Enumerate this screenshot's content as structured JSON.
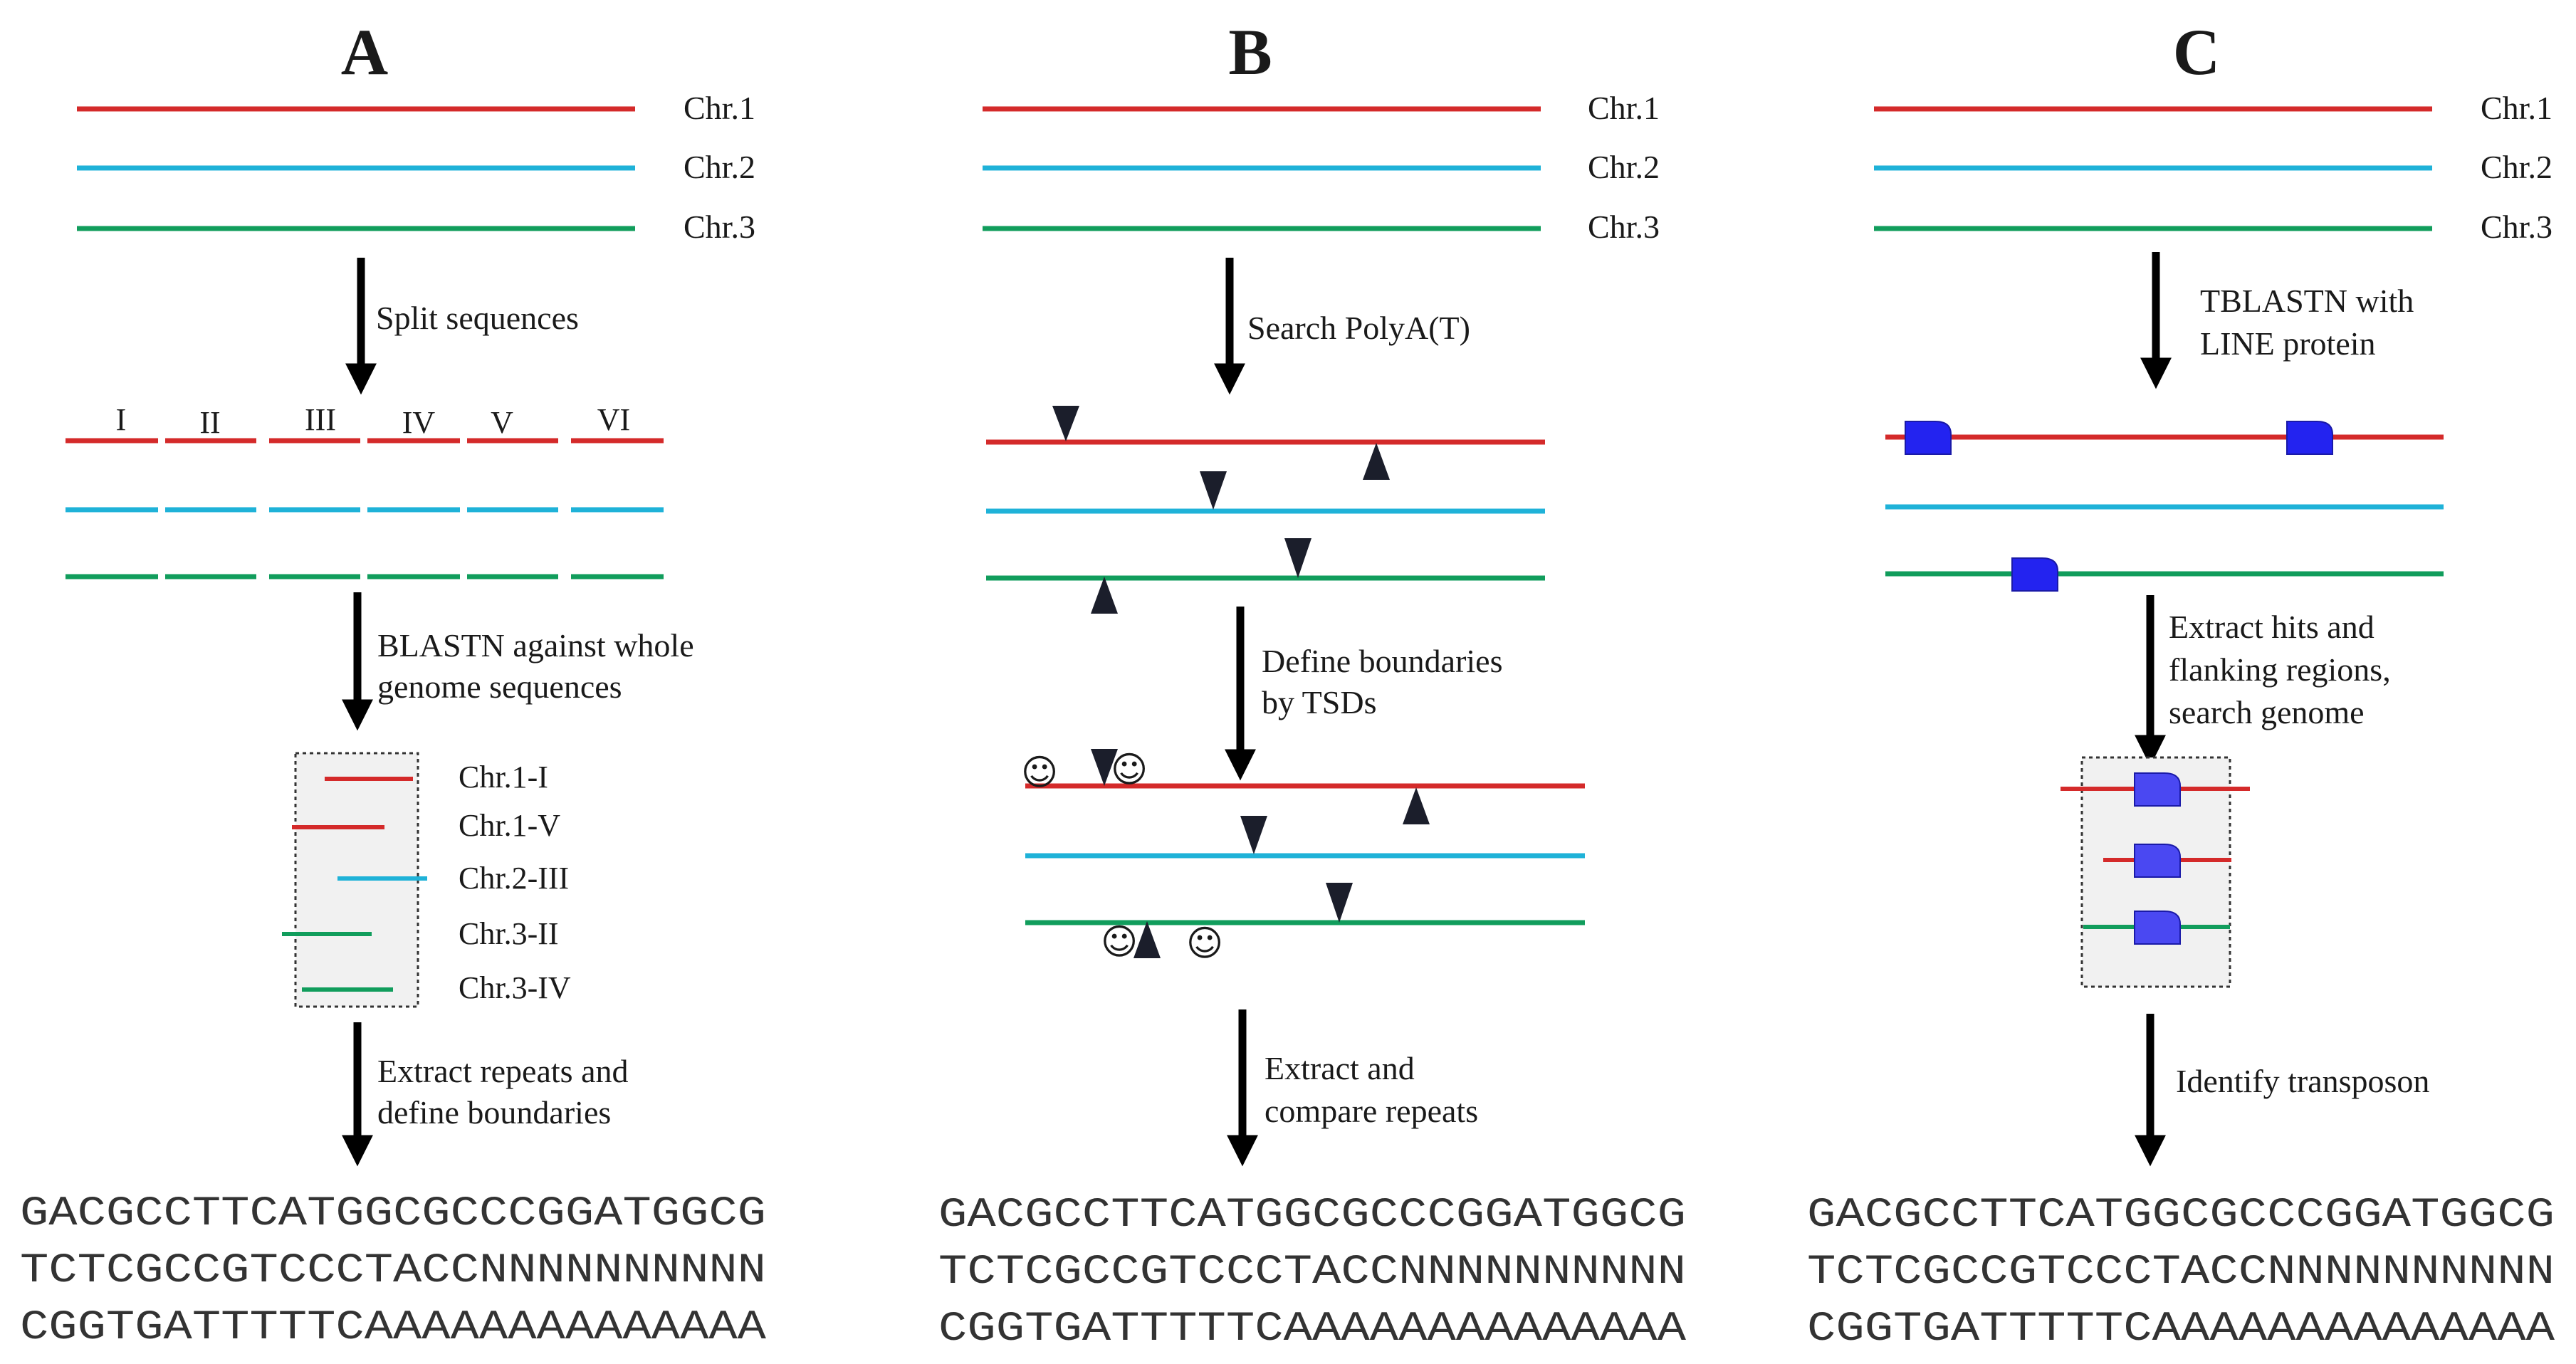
{
  "colors": {
    "chr1": "#d42a2a",
    "chr2": "#1fb2d8",
    "chr3": "#119d5c",
    "domain": "#2323f0",
    "marker": "#1b1e2b",
    "box_fill": "#f1f1f1"
  },
  "icons": {
    "arrow": "down-arrow-icon",
    "tsd": "smiley-icon",
    "polya_site": "triangle-marker-icon",
    "domain": "protein-domain-icon"
  },
  "chromosomes": [
    "Chr.1",
    "Chr.2",
    "Chr.3"
  ],
  "sequence_lines": [
    "GACGCCTTCATGGCGCCCGGATGGCG",
    "TCTCGCCGTCCCTACCNNNNNNNNNN",
    "CGGTGATTTTTCAAAAAAAAAAAAAA"
  ],
  "panels": {
    "a": {
      "title": "A",
      "step1": [
        "Split sequences"
      ],
      "segments": [
        "I",
        "II",
        "III",
        "IV",
        "V",
        "VI"
      ],
      "step2": [
        "BLASTN against whole",
        "genome sequences"
      ],
      "hits": [
        "Chr.1-I",
        "Chr.1-V",
        "Chr.2-III",
        "Chr.3-II",
        "Chr.3-IV"
      ],
      "step3": [
        "Extract repeats and",
        "define boundaries"
      ]
    },
    "b": {
      "title": "B",
      "step1": [
        "Search PolyA(T)"
      ],
      "step2": [
        "Define boundaries",
        "by TSDs"
      ],
      "step3": [
        "Extract and",
        "compare repeats"
      ],
      "tsd_symbol": "☺"
    },
    "c": {
      "title": "C",
      "step1": [
        "TBLASTN with",
        "LINE protein"
      ],
      "step2": [
        "Extract hits and",
        "flanking regions,",
        "search genome"
      ],
      "step3": [
        "Identify transposon"
      ]
    }
  }
}
